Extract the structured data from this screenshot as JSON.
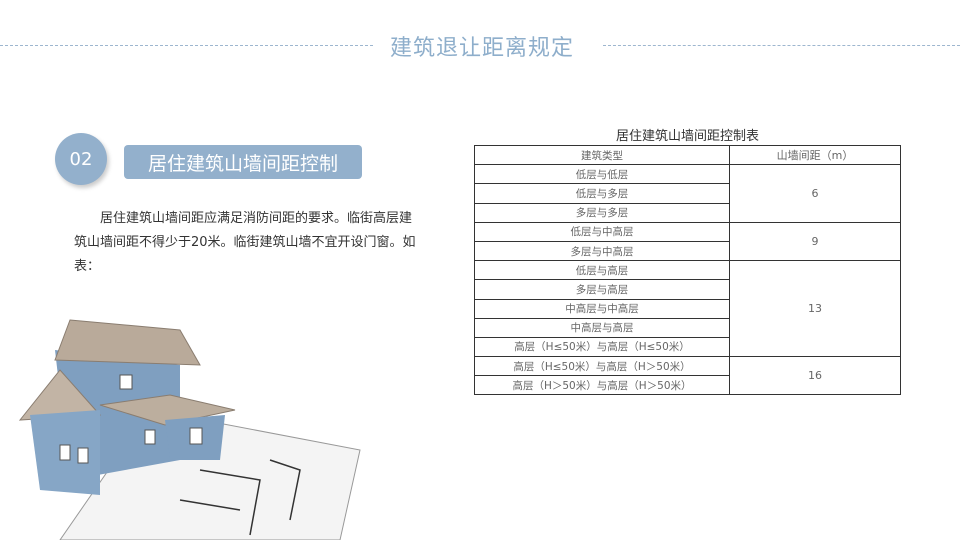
{
  "header": {
    "title": "建筑退让距离规定"
  },
  "section": {
    "number": "02",
    "title": "居住建筑山墙间距控制",
    "paragraph": "居住建筑山墙间距应满足消防间距的要求。临街高层建筑山墙间距不得少于20米。临街建筑山墙不宜开设门窗。如表："
  },
  "table": {
    "title": "居住建筑山墙间距控制表",
    "headers": [
      "建筑类型",
      "山墙间距（m）"
    ],
    "rows": [
      "低层与低层",
      "低层与多层",
      "多层与多层",
      "低层与中高层",
      "多层与中高层",
      "低层与高层",
      "多层与高层",
      "中高层与中高层",
      "中高层与高层",
      "高层（H≤50米）与高层（H≤50米）",
      "高层（H≤50米）与高层（H＞50米）",
      "高层（H＞50米）与高层（H＞50米）"
    ],
    "values": [
      "6",
      "9",
      "13",
      "16"
    ]
  }
}
